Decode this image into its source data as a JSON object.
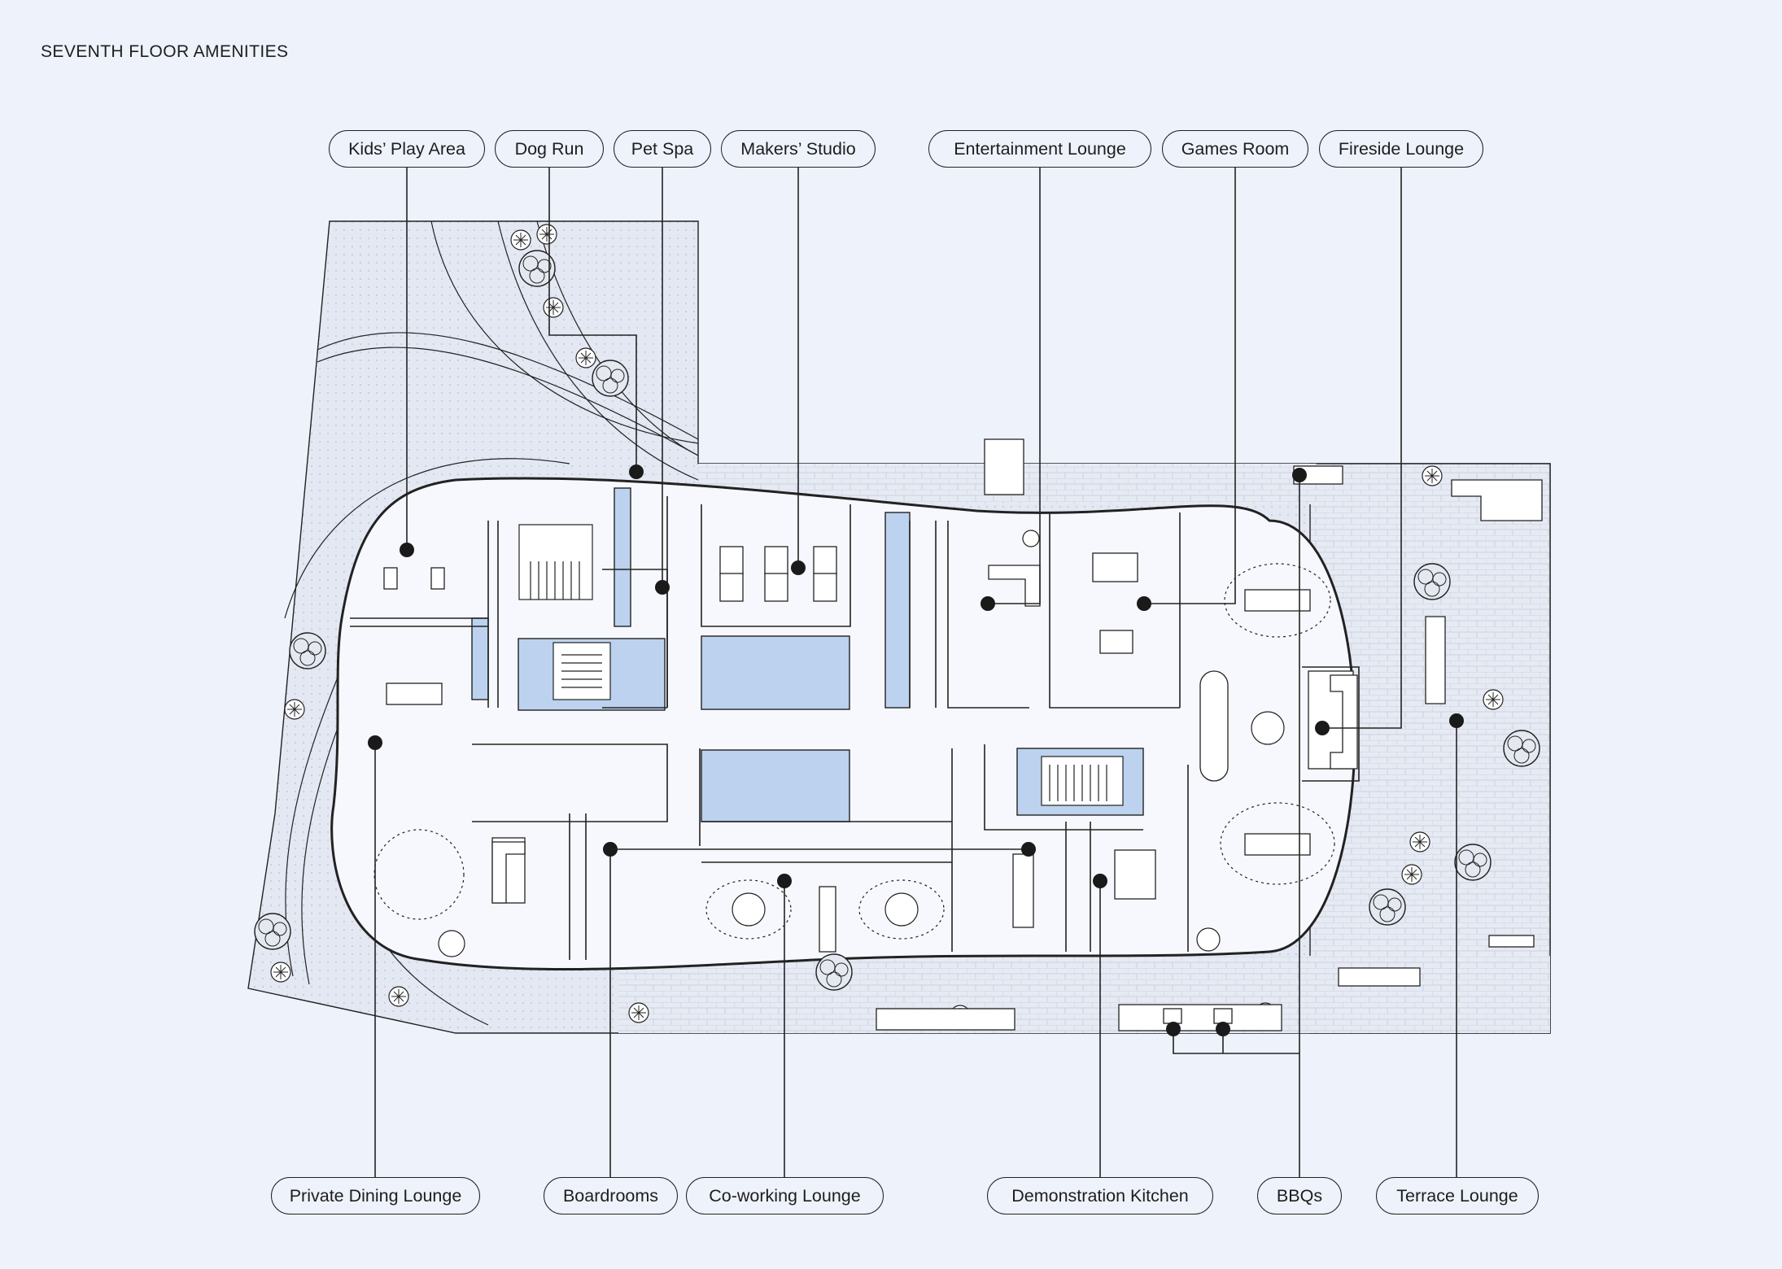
{
  "title": "SEVENTH FLOOR AMENITIES",
  "amenities": {
    "kids_play_area": "Kids’ Play Area",
    "dog_run": "Dog Run",
    "pet_spa": "Pet Spa",
    "makers_studio": "Makers’ Studio",
    "entertainment_lounge": "Entertainment Lounge",
    "games_room": "Games Room",
    "fireside_lounge": "Fireside Lounge",
    "private_dining_lounge": "Private Dining Lounge",
    "boardrooms": "Boardrooms",
    "coworking_lounge": "Co-working Lounge",
    "demonstration_kitchen": "Demonstration Kitchen",
    "bbqs": "BBQs",
    "terrace_lounge": "Terrace Lounge"
  },
  "colors": {
    "background": "#eef2fb",
    "line": "#222222",
    "core_blue": "#bcd2ee",
    "landscape": "#dfe4ef",
    "paving": "#e7ebf4"
  }
}
